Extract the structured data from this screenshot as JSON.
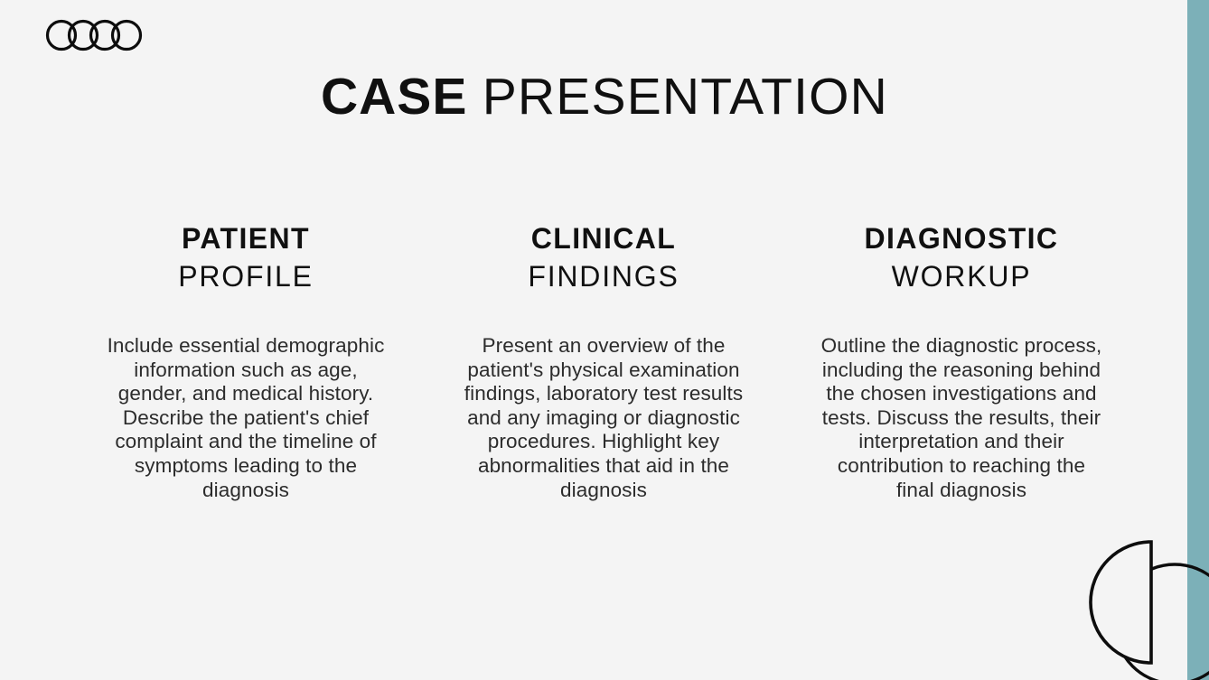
{
  "slide": {
    "background_color": "#f4f4f4",
    "accent_color": "#7cb0b8",
    "text_color": "#101010",
    "body_text_color": "#2c2c2c"
  },
  "logo": {
    "name": "four-rings-logo",
    "ring_count": 4
  },
  "title": {
    "strong": "CASE",
    "light": "PRESENTATION",
    "full": "CASE PRESENTATION"
  },
  "columns": [
    {
      "heading_top": "PATIENT",
      "heading_bottom": "PROFILE",
      "body": "Include essential demographic information such as age, gender, and medical history. Describe the patient's chief complaint and the timeline of symptoms leading to the diagnosis"
    },
    {
      "heading_top": "CLINICAL",
      "heading_bottom": "FINDINGS",
      "body": "Present an overview of the patient's physical examination findings, laboratory test results and any imaging or diagnostic procedures. Highlight key abnormalities that aid in the diagnosis"
    },
    {
      "heading_top": "DIAGNOSTIC",
      "heading_bottom": "WORKUP",
      "body": "Outline the diagnostic process, including the reasoning behind the chosen investigations and tests. Discuss the results, their interpretation and their contribution to reaching the final diagnosis"
    }
  ],
  "decorations": {
    "teal_band": "right-vertical-teal-band",
    "corner_shapes": "half-circle-and-circle-outline"
  }
}
